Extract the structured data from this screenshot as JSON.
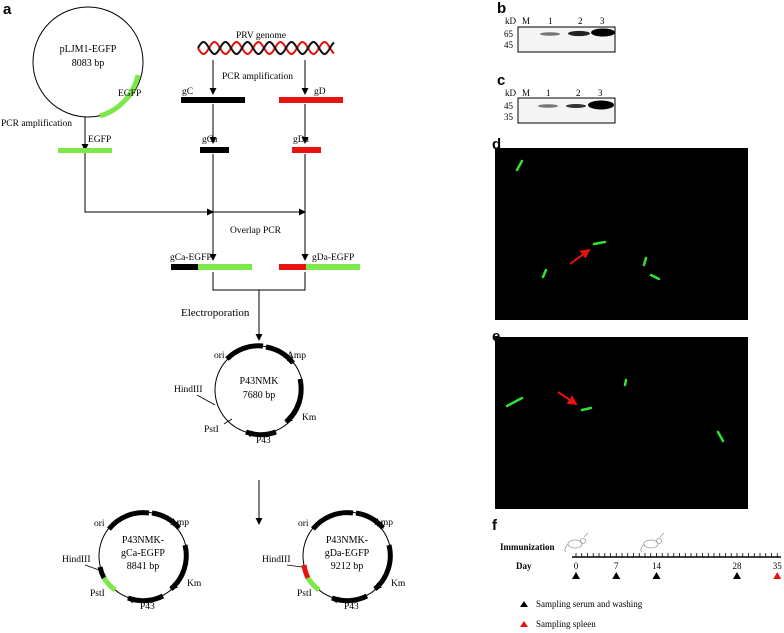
{
  "panel_a": {
    "letter": "a",
    "plasmid_src": {
      "name": "pLJM1-EGFP",
      "size": "8083 bp",
      "gene": "EGFP"
    },
    "prv_label": "PRV genome",
    "pcr_amp_center": "PCR amplification",
    "pcr_amp_left": "PCR amplification",
    "gene_gc": "gC",
    "gene_gd": "gD",
    "egfp_fragment": "EGFP",
    "frag_gca": "gCa",
    "frag_gda": "gDa",
    "overlap_pcr": "Overlap PCR",
    "fusion_gca": "gCa-EGFP",
    "fusion_gda": "gDa-EGFP",
    "electroporation": "Electroporation",
    "vector": {
      "name": "P43NMK",
      "size": "7680 bp",
      "ori": "ori",
      "amp": "Amp",
      "km": "Km",
      "hind": "HindIII",
      "pst": "PstI",
      "p43": "P43"
    },
    "construct_left": {
      "name_line1": "P43NMK-",
      "name_line2": "gCa-EGFP",
      "size": "8841 bp",
      "ori": "ori",
      "amp": "Amp",
      "km": "Km",
      "hind": "HindIII",
      "pst": "PstI",
      "p43": "P43"
    },
    "construct_right": {
      "name_line1": "P43NMK-",
      "name_line2": "gDa-EGFP",
      "size": "9212 bp",
      "ori": "ori",
      "amp": "Amp",
      "km": "Km",
      "hind": "HindIII",
      "pst": "PstI",
      "p43": "P43"
    }
  },
  "panel_b": {
    "letter": "b",
    "kd_label": "kD",
    "lanes": [
      "M",
      "1",
      "2",
      "3"
    ],
    "markers": [
      "65",
      "45"
    ]
  },
  "panel_c": {
    "letter": "c",
    "kd_label": "kD",
    "lanes": [
      "M",
      "1",
      "2",
      "3"
    ],
    "markers": [
      "45",
      "35"
    ]
  },
  "panel_d": {
    "letter": "d"
  },
  "panel_e": {
    "letter": "e"
  },
  "panel_f": {
    "letter": "f",
    "immunization_label": "Immunization",
    "day_label": "Day",
    "days": [
      "0",
      "7",
      "14",
      "28",
      "35"
    ],
    "legend_black": "Sampling serum and washing",
    "legend_red": "Sampling spleen"
  },
  "colors": {
    "green": "#7ce84a",
    "red": "#e8120f",
    "black": "#000000",
    "micro_bg": "#000000",
    "bacteria": "#31e030",
    "arrow_red": "#e8120f"
  }
}
